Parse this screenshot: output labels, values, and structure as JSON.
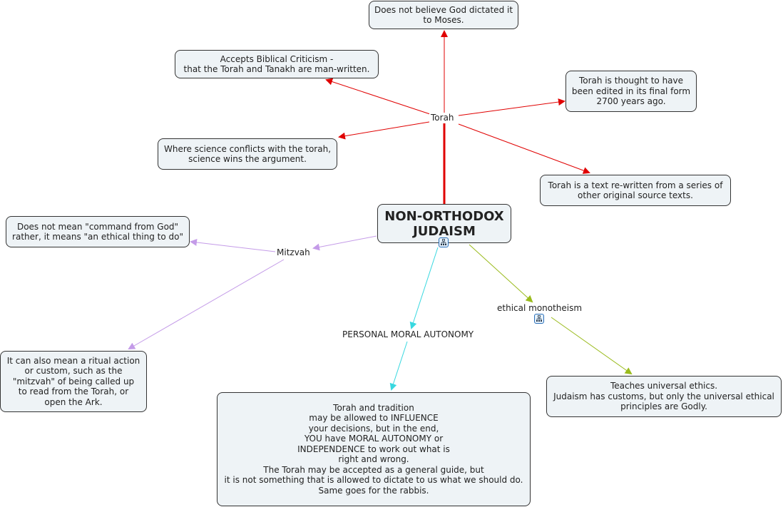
{
  "root": {
    "title": "NON-ORTHODOX\nJUDAISM"
  },
  "branches": {
    "torah": {
      "label": "Torah",
      "color": "#e00000",
      "children": [
        "Does not believe God dictated it\nto Moses.",
        "Accepts Biblical Criticism -\nthat the Torah and Tanakh are man-written.",
        "Torah is thought to have\nbeen edited in its final form\n2700 years ago.",
        "Where science conflicts with the torah,\nscience wins the argument.",
        "Torah is a text re-written from a series of\nother original source texts."
      ]
    },
    "mitzvah": {
      "label": "Mitzvah",
      "color": "#c49be8",
      "children": [
        "Does not mean \"command from God\"\nrather, it means \"an ethical thing to do\"",
        "It can also mean a ritual action\nor custom, such as the\n\"mitzvah\" of being called up\nto read from the Torah, or\nopen the Ark."
      ]
    },
    "autonomy": {
      "label": "PERSONAL MORAL AUTONOMY",
      "color": "#38d8e0",
      "children": [
        "Torah and tradition\nmay be allowed to INFLUENCE\nyour decisions, but in the end,\nYOU have MORAL AUTONOMY or\nINDEPENDENCE to work  out what is\nright and wrong.\nThe Torah may be accepted as a general guide, but\nit is not something that is allowed to dictate to us what we should do.\nSame goes for the rabbis."
      ]
    },
    "ethical": {
      "label": "ethical monotheism",
      "color": "#9abb1c",
      "children": [
        "Teaches universal ethics.\nJudaism has customs, but only the universal ethical\nprinciples are Godly."
      ]
    }
  },
  "icons": {
    "root_subtopic": "subtopic-map-icon",
    "ethical_subtopic": "subtopic-map-icon"
  }
}
